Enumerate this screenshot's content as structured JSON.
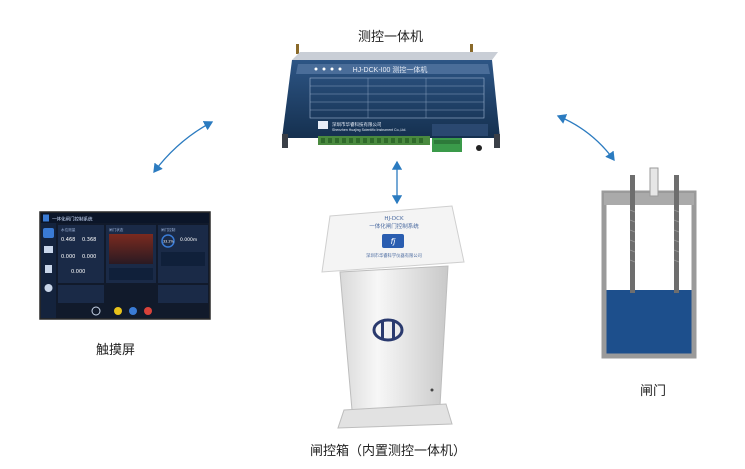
{
  "labels": {
    "controller": "测控一体机",
    "touchscreen": "触摸屏",
    "gate": "闸门",
    "gate_box": "闸控箱（内置测控一体机）"
  },
  "device": {
    "panel_title": "HJ-DCK-I00 测控一体机",
    "company_cn": "深圳市华睿科技有限公司",
    "company_en": "Shenzhen Huajing Scientific Instrument Co.,Ltd."
  },
  "kiosk": {
    "model": "HJ-DCK",
    "system_name": "一体化闸门控制系统",
    "company": "深圳市华睿科学仪器有限公司"
  },
  "screen": {
    "app_title": "一体化闸门控制系统",
    "section1": "水位测量",
    "section2": "闸门状态",
    "section3": "闸门控制",
    "val1": "0.468",
    "val2": "0.368",
    "val3": "0.000",
    "val4": "0.000",
    "val5": "0.000",
    "val6": "0.000m",
    "val7": "33.2%"
  },
  "colors": {
    "arrow": "#2b7bc0",
    "device_body": "#1f3d63",
    "terminal_green": "#3a9a4a",
    "water": "#1d4f8c",
    "screen_bg": "#0d1b33"
  }
}
